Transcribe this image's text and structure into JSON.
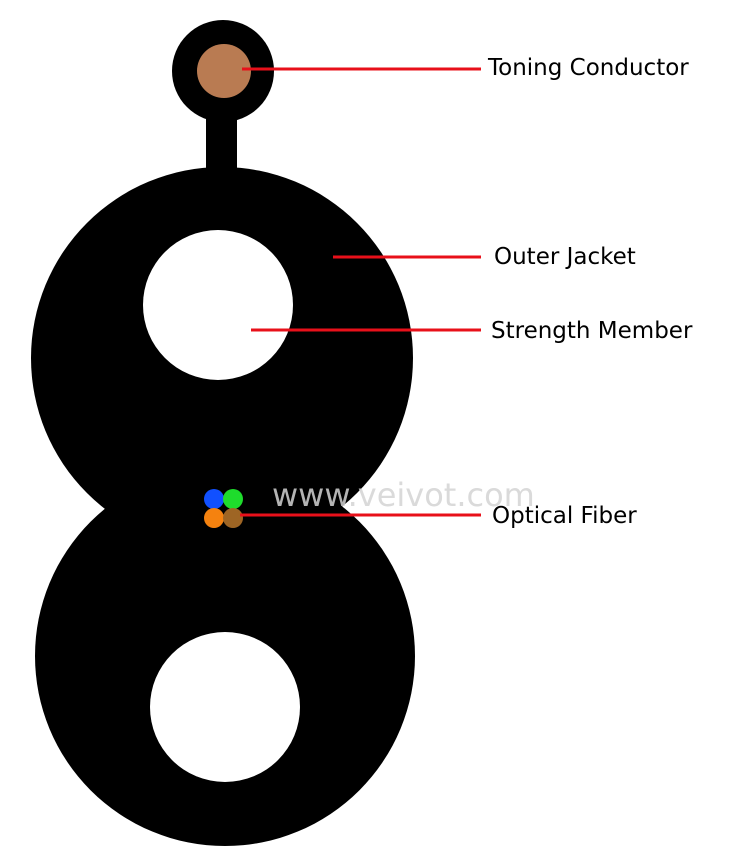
{
  "labels": {
    "toning_conductor": "Toning Conductor",
    "outer_jacket": "Outer Jacket",
    "strength_member": "Strength Member",
    "optical_fiber": "Optical Fiber"
  },
  "watermark": "www.veivot.com",
  "colors": {
    "jacket": "#000000",
    "strength_member": "#ffffff",
    "toning_conductor": "#b97b52",
    "leader_line": "#e8101a",
    "fiber_blue": "#1150ff",
    "fiber_green": "#1edc2c",
    "fiber_orange": "#f5820f",
    "fiber_brown": "#9e6524"
  }
}
